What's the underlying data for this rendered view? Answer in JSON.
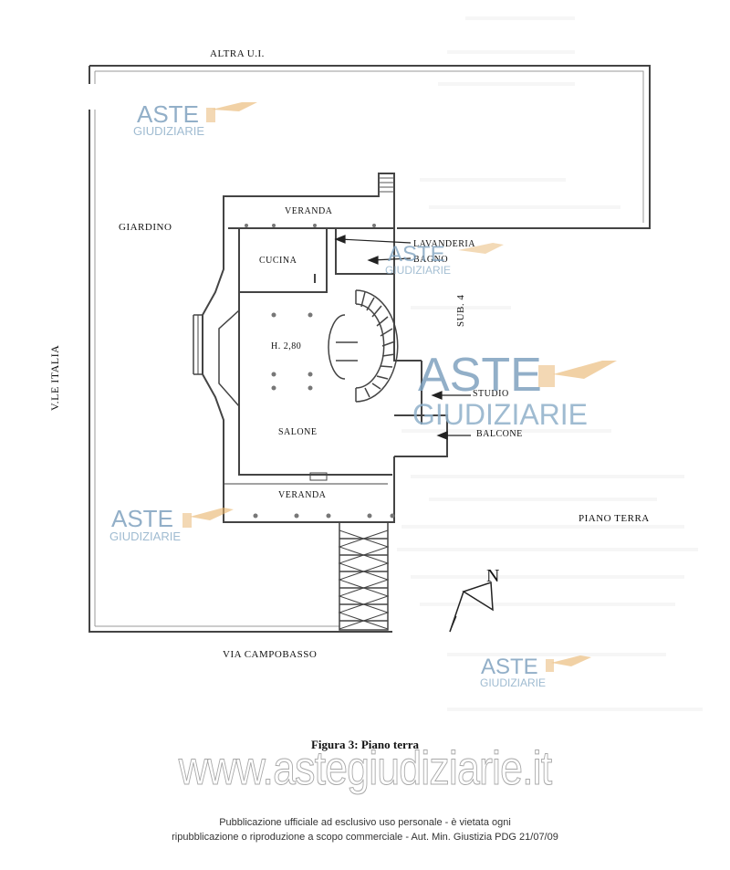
{
  "plan": {
    "labels": {
      "altra": "ALTRA U.I.",
      "giardino": "GIARDINO",
      "veranda_top": "VERANDA",
      "lavanderia": "LAVANDERIA",
      "bagno": "BAGNO",
      "cucina": "CUCINA",
      "sub4": "SUB. 4",
      "h280": "H. 2,80",
      "viale": "V.LE ITALIA",
      "studio": "STUDIO",
      "balcone": "BALCONE",
      "salone": "SALONE",
      "veranda_bottom": "VERANDA",
      "piano_terra": "PIANO TERRA",
      "via": "VIA CAMPOBASSO",
      "north": "N"
    }
  },
  "watermark": {
    "aste": "ASTE",
    "giudiziarie": "GIUDIZIARIE"
  },
  "caption": "Figura 3: Piano terra",
  "site": "www.astegiudiziarie.it",
  "disclaimer": {
    "line1": "Pubblicazione ufficiale ad esclusivo uso personale - è vietata ogni",
    "line2": "ripubblicazione o riproduzione a scopo commerciale - Aut. Min. Giustizia PDG 21/07/09"
  },
  "colors": {
    "line": "#444444",
    "watermark_text": "#7fa2bf",
    "gavel": "#e8b36a"
  }
}
